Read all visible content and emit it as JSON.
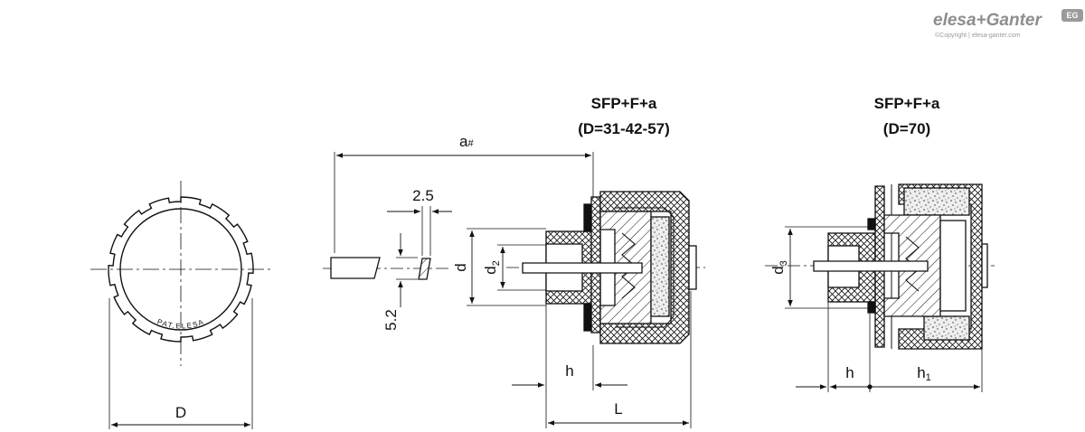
{
  "brand": {
    "logo_text": "elesa+Ganter",
    "badge_text": "EG",
    "copyright": "©Copyright | elesa-ganter.com"
  },
  "views": {
    "front": {
      "dim_D": "D",
      "ring_text": "PAT.ELESA"
    },
    "plug": {
      "dim_a": "a",
      "dim_a_mark": "#",
      "dim_25": "2.5",
      "dim_52": "5.2"
    },
    "section_small": {
      "title_line1": "SFP+F+a",
      "title_line2": "(D=31-42-57)",
      "dim_d": "d",
      "dim_d2": "d",
      "dim_d2_sub": "2",
      "dim_h": "h",
      "dim_L": "L"
    },
    "section_large": {
      "title_line1": "SFP+F+a",
      "title_line2": "(D=70)",
      "dim_d3": "d",
      "dim_d3_sub": "3",
      "dim_h": "h",
      "dim_h1": "h",
      "dim_h1_sub": "1"
    }
  },
  "colors": {
    "line": "#111111",
    "brand_gray": "#8d8d8d"
  }
}
